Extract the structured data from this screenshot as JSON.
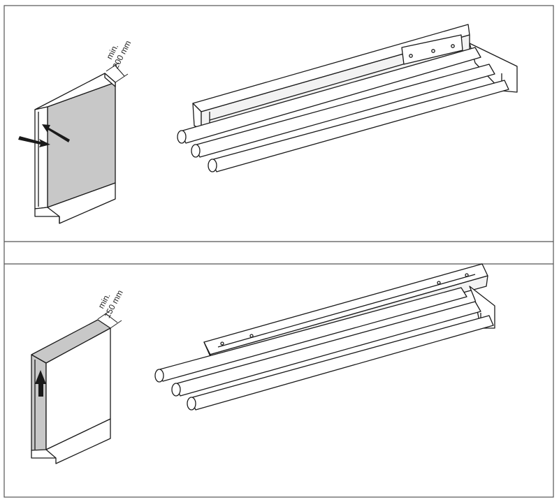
{
  "panels": [
    {
      "id": "side-mount",
      "dimension": {
        "qualifier": "min.",
        "value": "200 mm"
      },
      "cabinet_fill": "#c8c8c8"
    },
    {
      "id": "top-mount",
      "dimension": {
        "qualifier": "min.",
        "value": "150 mm"
      },
      "cabinet_fill": "#c8c8c8"
    }
  ],
  "colors": {
    "line": "#1a1a1a",
    "frame": "#444444",
    "divider_fill": "#ffffff"
  }
}
